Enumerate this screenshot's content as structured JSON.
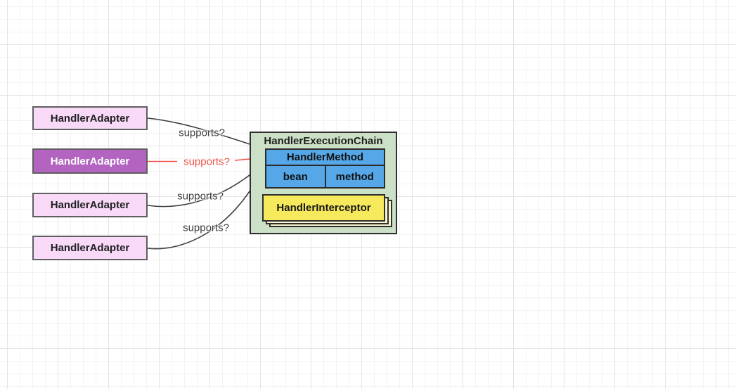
{
  "diagram": {
    "adapters": [
      {
        "label": "HandlerAdapter",
        "variant": "light"
      },
      {
        "label": "HandlerAdapter",
        "variant": "active"
      },
      {
        "label": "HandlerAdapter",
        "variant": "light"
      },
      {
        "label": "HandlerAdapter",
        "variant": "light"
      }
    ],
    "edges": [
      {
        "label": "supports?",
        "color": "black"
      },
      {
        "label": "supports?",
        "color": "red"
      },
      {
        "label": "supports?",
        "color": "black"
      },
      {
        "label": "supports?",
        "color": "black"
      }
    ],
    "chain": {
      "title": "HandlerExecutionChain",
      "method": {
        "title": "HandlerMethod",
        "cells": [
          "bean",
          "method"
        ]
      },
      "interceptor": "HandlerInterceptor"
    },
    "colors": {
      "adapter_fill": "#f8d9f8",
      "adapter_active_fill": "#b264c0",
      "adapter_border": "#5f5f5f",
      "chain_fill": "#cbe0c6",
      "method_fill": "#56a7e8",
      "interceptor_fill": "#f7e95c",
      "interceptor_back_fill": "#f9f5d0",
      "box_border": "#2f2f2f",
      "edge_black": "#3d3d3d",
      "edge_red": "#ef5349",
      "grid_minor": "#f3f3f3",
      "grid_major": "#e4e4e4"
    }
  }
}
